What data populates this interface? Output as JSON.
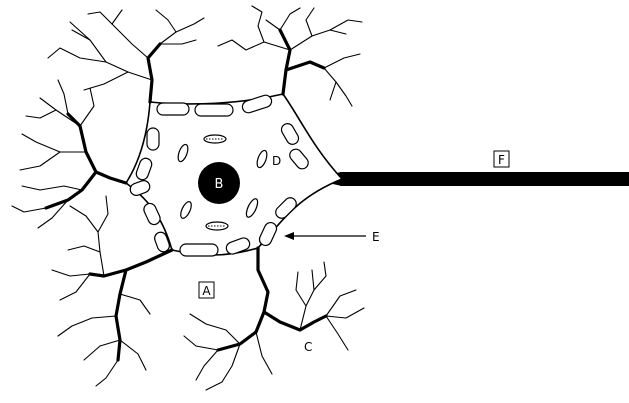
{
  "labels": {
    "A": "A",
    "B": "B",
    "C": "C",
    "D": "D",
    "E": "E",
    "F": "F"
  },
  "colors": {
    "ink": "#000000",
    "background": "#ffffff"
  }
}
